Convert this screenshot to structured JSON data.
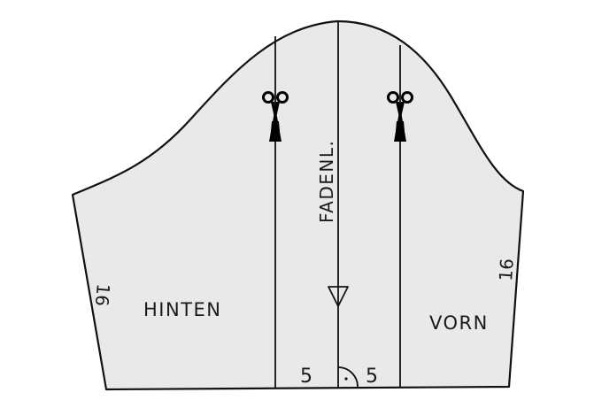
{
  "diagram": {
    "type": "sewing-pattern-sleeve",
    "fill_color": "#e9e9e9",
    "line_color": "#111111",
    "labels": {
      "back": "HINTEN",
      "front": "VORN",
      "grainline": "FADENL.",
      "left_seam_length": "16",
      "right_seam_length": "16",
      "left_hem_width": "5",
      "right_hem_width": "5"
    },
    "icons": {
      "left_cut_mark": "scissors-icon",
      "right_cut_mark": "scissors-icon",
      "grainline_arrow": "triangle-down-icon",
      "right_angle_mark": "right-angle-icon"
    },
    "glyphs": {
      "scissors": "✂",
      "triangle": "▽"
    }
  }
}
